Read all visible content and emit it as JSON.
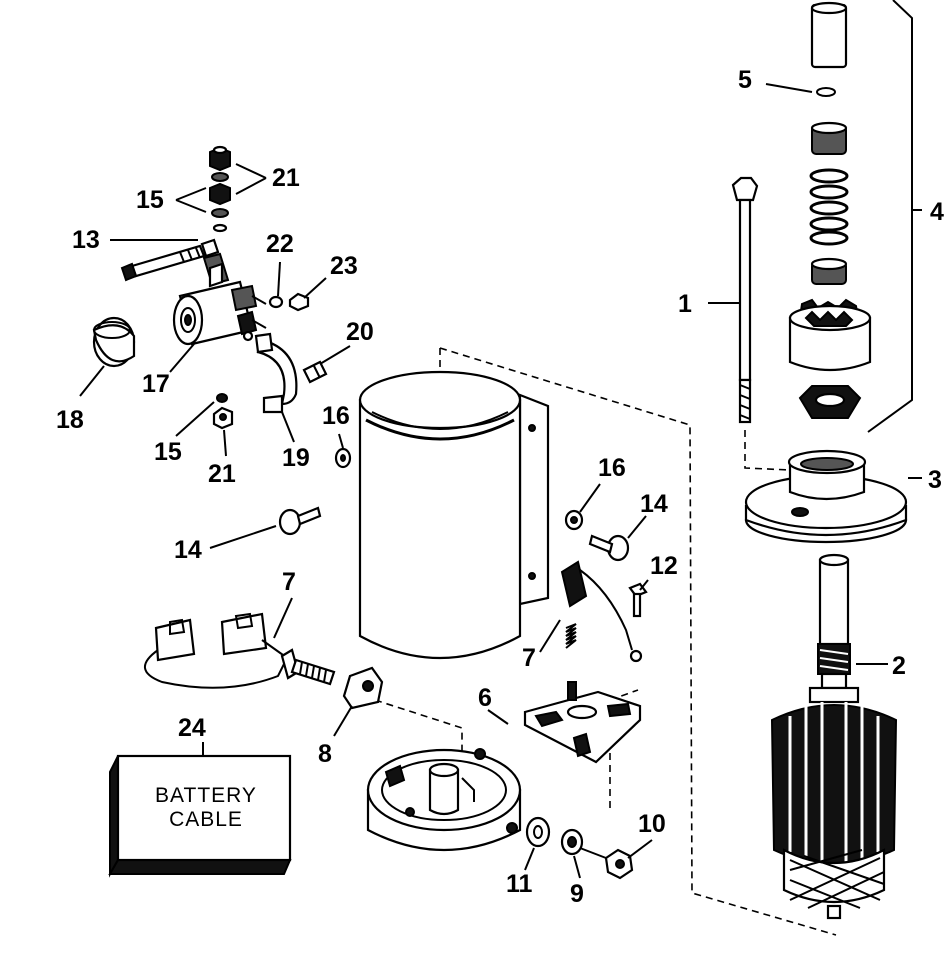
{
  "callouts": [
    "1",
    "2",
    "3",
    "4",
    "5",
    "6",
    "7",
    "7",
    "8",
    "9",
    "10",
    "11",
    "12",
    "13",
    "14",
    "14",
    "15",
    "15",
    "16",
    "16",
    "17",
    "18",
    "19",
    "20",
    "21",
    "21",
    "22",
    "23",
    "24"
  ],
  "battery_label": {
    "line1": "BATTERY",
    "line2": "CABLE"
  }
}
